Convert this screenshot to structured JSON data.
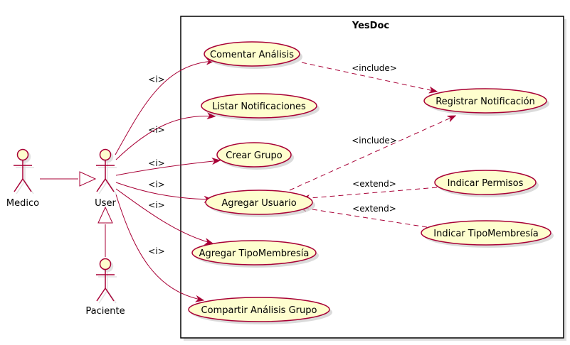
{
  "colors": {
    "background": "#ffffff",
    "usecase_fill": "#FEFECE",
    "border": "#A80036",
    "boundary": "#000000",
    "shadow": "#cccccc"
  },
  "system": {
    "title": "YesDoc"
  },
  "actors": [
    {
      "id": "medico",
      "label": "Medico"
    },
    {
      "id": "user",
      "label": "User"
    },
    {
      "id": "paciente",
      "label": "Paciente"
    }
  ],
  "usecases": [
    {
      "id": "comentar",
      "label": "Comentar Análisis"
    },
    {
      "id": "listar",
      "label": "Listar Notificaciones"
    },
    {
      "id": "crear",
      "label": "Crear Grupo"
    },
    {
      "id": "agregar_usuario",
      "label": "Agregar Usuario"
    },
    {
      "id": "agregar_tipo",
      "label": "Agregar TipoMembresía"
    },
    {
      "id": "compartir",
      "label": "Compartir Análisis Grupo"
    },
    {
      "id": "registrar",
      "label": "Registrar Notificación"
    },
    {
      "id": "permisos",
      "label": "Indicar Permisos"
    },
    {
      "id": "indicar_tipo",
      "label": "Indicar TipoMembresía"
    }
  ],
  "associations": [
    {
      "from": "user",
      "to": "comentar",
      "label": "<i>"
    },
    {
      "from": "user",
      "to": "listar",
      "label": "<i>"
    },
    {
      "from": "user",
      "to": "crear",
      "label": "<i>"
    },
    {
      "from": "user",
      "to": "agregar_usuario",
      "label": "<i>"
    },
    {
      "from": "user",
      "to": "agregar_tipo",
      "label": "<i>"
    },
    {
      "from": "user",
      "to": "compartir",
      "label": "<i>"
    }
  ],
  "generalizations": [
    {
      "from": "medico",
      "to": "user"
    },
    {
      "from": "paciente",
      "to": "user"
    }
  ],
  "dependencies": [
    {
      "from": "comentar",
      "to": "registrar",
      "label": "<include>"
    },
    {
      "from": "agregar_usuario",
      "to": "registrar",
      "label": "<include>"
    },
    {
      "from": "permisos",
      "to": "agregar_usuario",
      "label": "<extend>"
    },
    {
      "from": "indicar_tipo",
      "to": "agregar_usuario",
      "label": "<extend>"
    }
  ]
}
